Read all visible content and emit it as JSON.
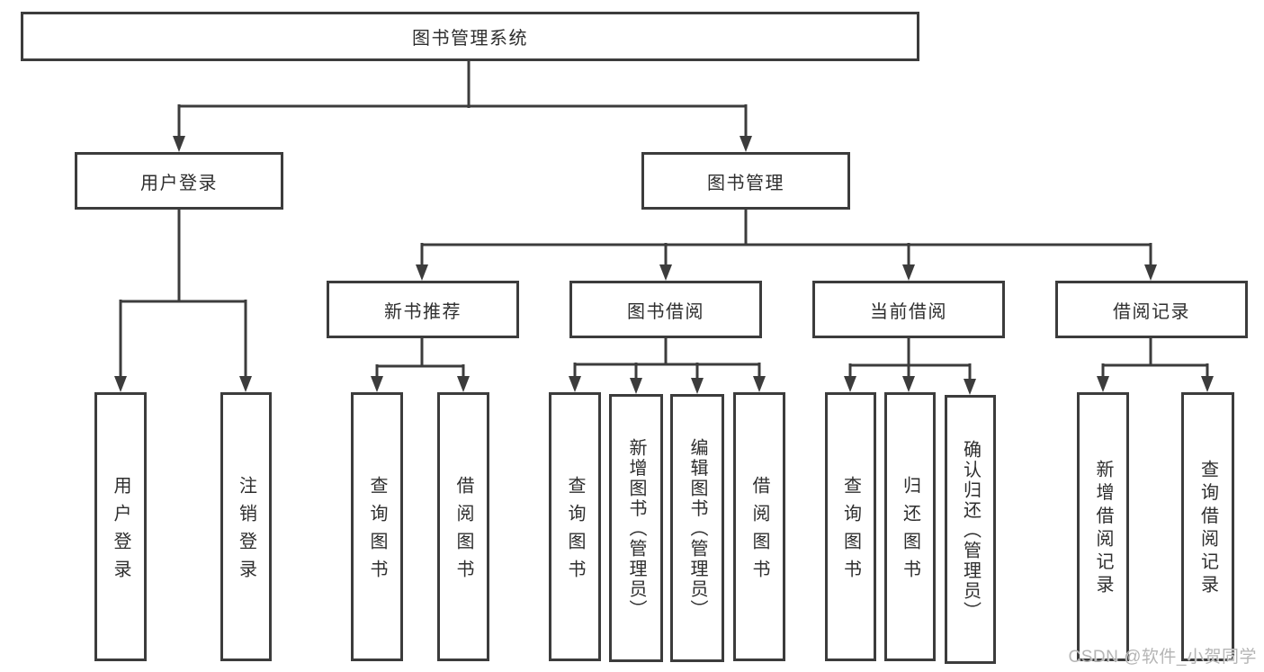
{
  "diagram_title": "图书管理系统",
  "colors": {
    "line": "#3c3c3c",
    "box_border": "#3c3c3c",
    "box_fill": "#ffffff",
    "text": "#2e2e2e",
    "watermark": "#b5b5b5"
  },
  "tree": {
    "label": "图书管理系统",
    "children": [
      {
        "label": "用户登录",
        "children": [
          {
            "label": "用户登录"
          },
          {
            "label": "注销登录"
          }
        ]
      },
      {
        "label": "图书管理",
        "children": [
          {
            "label": "新书推荐",
            "children": [
              {
                "label": "查询图书"
              },
              {
                "label": "借阅图书"
              }
            ]
          },
          {
            "label": "图书借阅",
            "children": [
              {
                "label": "查询图书"
              },
              {
                "label": "新增图书（管理员）"
              },
              {
                "label": "编辑图书（管理员）"
              },
              {
                "label": "借阅图书"
              }
            ]
          },
          {
            "label": "当前借阅",
            "children": [
              {
                "label": "查询图书"
              },
              {
                "label": "归还图书"
              },
              {
                "label": "确认归还（管理员）"
              }
            ]
          },
          {
            "label": "借阅记录",
            "children": [
              {
                "label": "新增借阅记录"
              },
              {
                "label": "查询借阅记录"
              }
            ]
          }
        ]
      }
    ]
  },
  "watermark": {
    "text": "CSDN @软件_小贺同学"
  }
}
